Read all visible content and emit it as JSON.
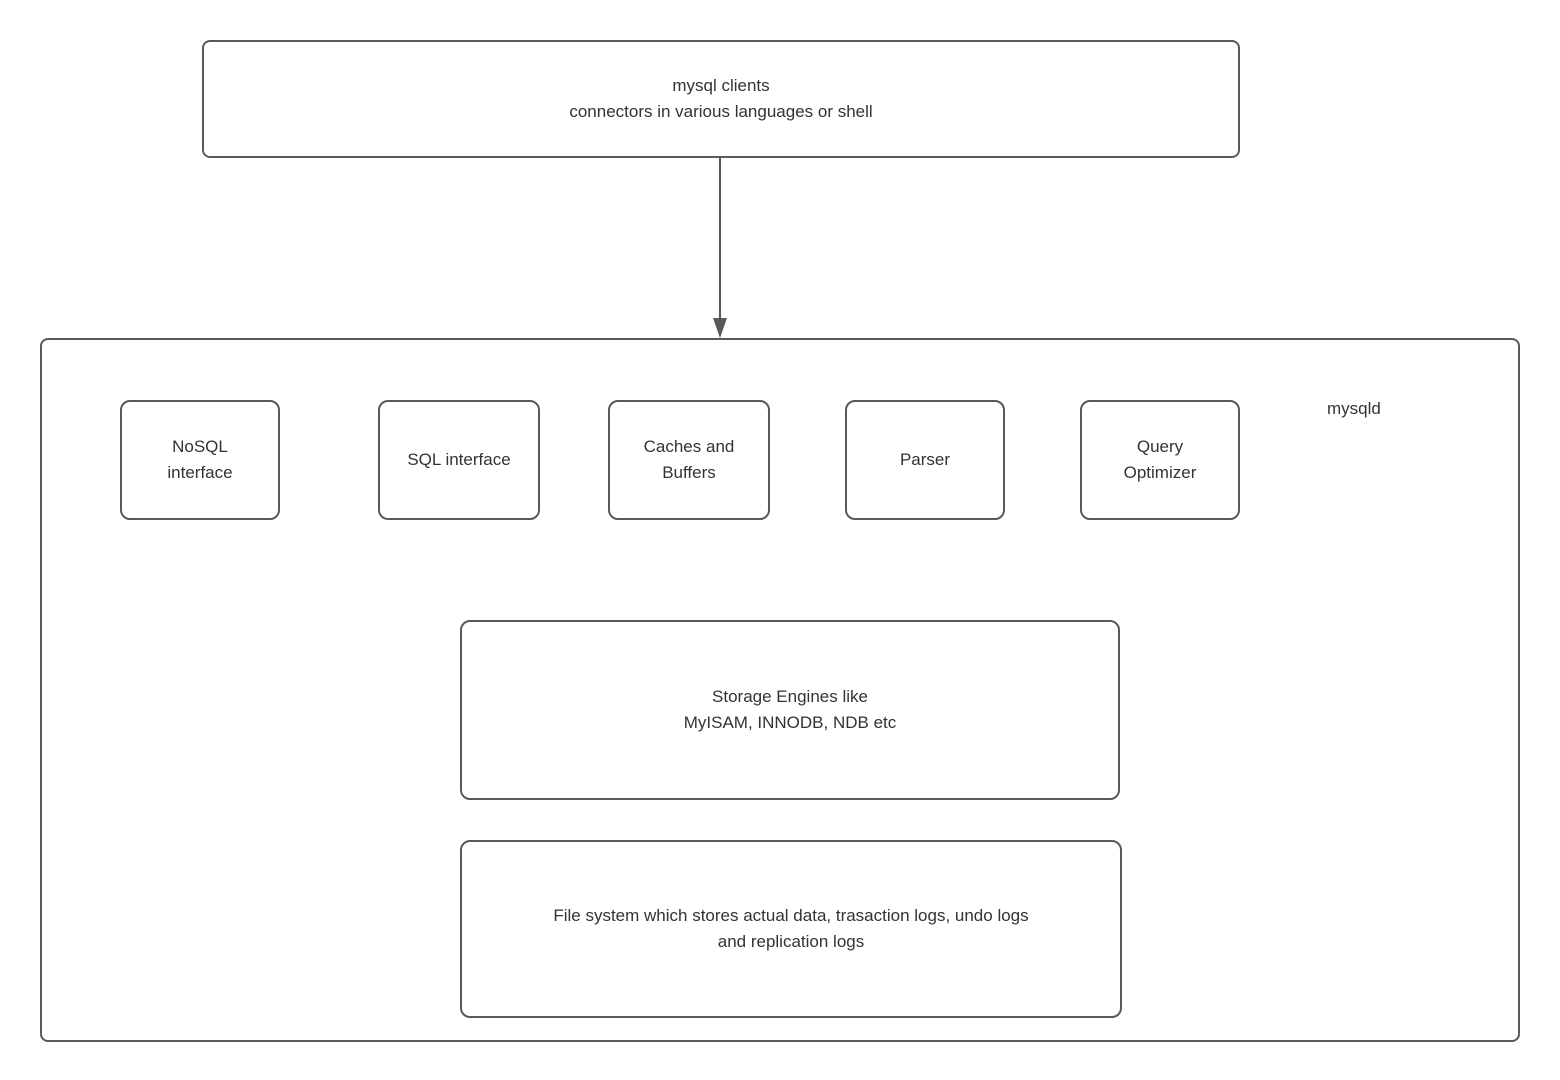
{
  "diagram": {
    "client_box": {
      "label": "mysql clients\nconnectors in various languages or shell"
    },
    "mysqld_label": "mysqld",
    "components": [
      {
        "label": "NoSQL\ninterface"
      },
      {
        "label": "SQL interface"
      },
      {
        "label": "Caches and\nBuffers"
      },
      {
        "label": "Parser"
      },
      {
        "label": "Query\nOptimizer"
      }
    ],
    "storage_box": {
      "label": "Storage Engines like\nMyISAM, INNODB, NDB etc"
    },
    "filesystem_box": {
      "label": "File system which stores actual data, trasaction logs, undo logs\nand replication logs"
    },
    "colors": {
      "border": "#595959",
      "text": "#333333",
      "background": "#ffffff"
    }
  }
}
